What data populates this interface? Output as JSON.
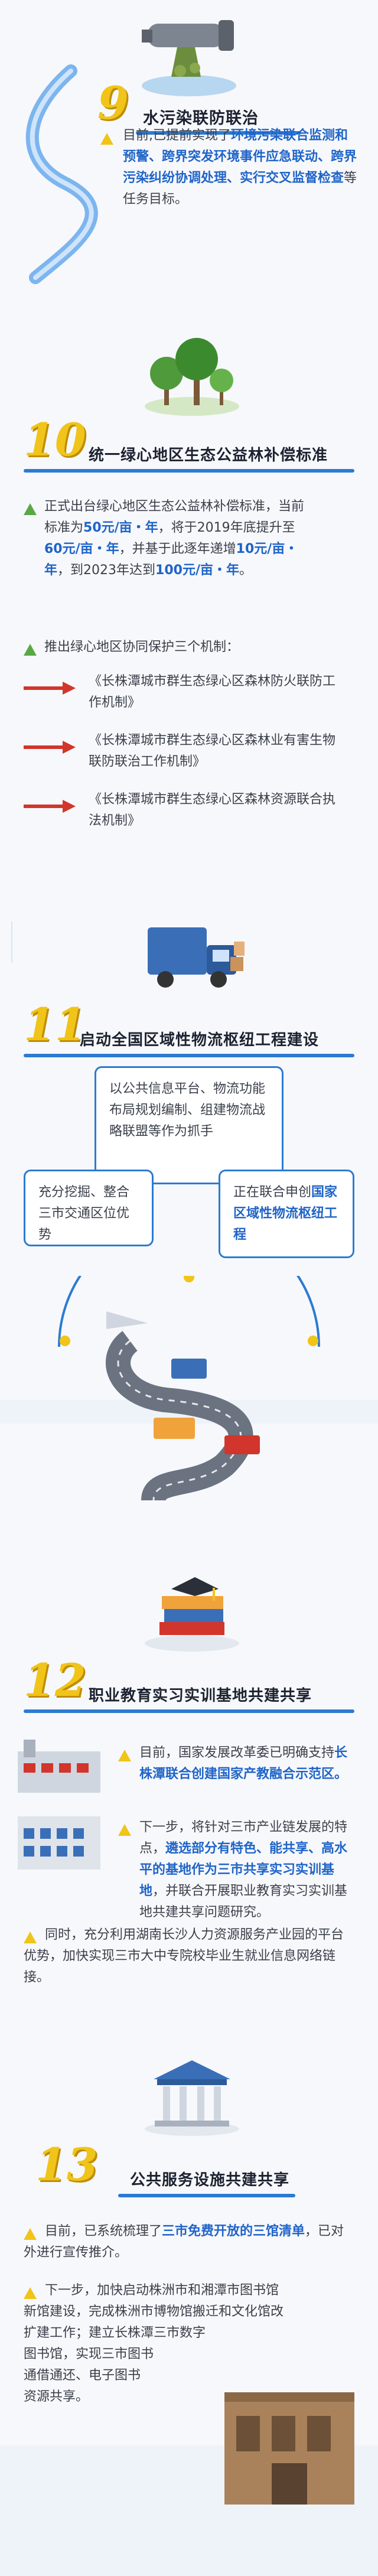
{
  "s9": {
    "number": "9",
    "title": "水污染联防联治",
    "text_a": "目前,已提前实现了",
    "hl_a": "环境污染联合监测和预警、跨界突发环境事件应急联动、跨界污染纠纷协调处理、实行交叉监督检查",
    "text_b": "等任务目标。"
  },
  "s10": {
    "number": "10",
    "title": "统一绿心地区生态公益林补偿标准",
    "p1_a": "正式出台绿心地区生态公益林补偿标准，当前标准为",
    "p1_h1": "50元/亩・年",
    "p1_b": "，将于2019年底提升至",
    "p1_h2": "60元/亩・年",
    "p1_c": "，并基于此逐年递增",
    "p1_h3": "10元/亩・年",
    "p1_d": "，到2023年达到",
    "p1_h4": "100元/亩・年",
    "p1_e": "。",
    "p2": "推出绿心地区协同保护三个机制：",
    "items": [
      "《长株潭城市群生态绿心区森林防火联防工作机制》",
      "《长株潭城市群生态绿心区森林业有害生物联防联治工作机制》",
      "《长株潭城市群生态绿心区森林资源联合执法机制》"
    ]
  },
  "s11": {
    "number": "11",
    "title": "启动全国区域性物流枢纽工程建设",
    "box_top": "以公共信息平台、物流功能布局规划编制、组建物流战略联盟等作为抓手",
    "box_left": "充分挖掘、整合三市交通区位优势",
    "box_right_a": "正在联合申创",
    "box_right_h": "国家区域性物流枢纽工程"
  },
  "s12": {
    "number": "12",
    "title": "职业教育实习实训基地共建共享",
    "p1_a": "目前，国家发展改革委已明确支持",
    "p1_h": "长株潭联合创建国家产教融合示范区。",
    "p2_a": "下一步，将针对三市产业链发展的特点，",
    "p2_h": "遴选部分有特色、能共享、高水平的基地作为三市共享实习实训基地",
    "p2_b": "，并联合开展职业教育实习实训基地共建共享问题研究。",
    "p3": "同时，充分利用湖南长沙人力资源服务产业园的平台优势，加快实现三市大中专院校毕业生就业信息网络链接。"
  },
  "s13": {
    "number": "13",
    "title": "公共服务设施共建共享",
    "p1_a": "目前，已系统梳理了",
    "p1_h": "三市免费开放的三馆清单",
    "p1_b": "，已对外进行宣传推介。",
    "p2_l1": "下一步，加快启动株洲市和湘潭市图书馆",
    "p2_l2": "新馆建设，完成株洲市博物馆搬迁和文化馆改",
    "p2_l3": "扩建工作；建立长株潭三市数字",
    "p2_l4": "图书馆，实现三市图书",
    "p2_l5": "通借通还、电子图书",
    "p2_l6": "资源共享。"
  },
  "colors": {
    "accent": "#1f64c8",
    "gold": "#f0c419",
    "river": "#2b7bd3"
  }
}
